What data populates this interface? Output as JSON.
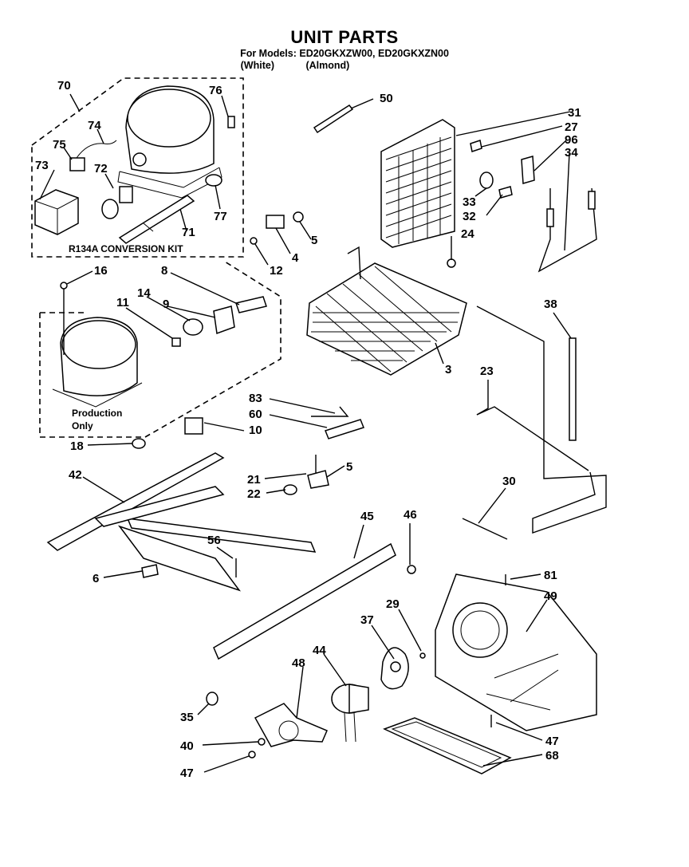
{
  "header": {
    "title": "UNIT PARTS",
    "models_line": "For Models: ED20GKXZW00, ED20GKXZN00",
    "color_white": "(White)",
    "color_almond": "(Almond)"
  },
  "labels": {
    "kit": "R134A  CONVERSION  KIT",
    "production": "Production",
    "only": "Only"
  },
  "callouts": {
    "c70": "70",
    "c76": "76",
    "c74": "74",
    "c75": "75",
    "c73": "73",
    "c72": "72",
    "c77": "77",
    "c71": "71",
    "c50": "50",
    "c31": "31",
    "c27": "27",
    "c96": "96",
    "c34": "34",
    "c33": "33",
    "c32": "32",
    "c24": "24",
    "c5a": "5",
    "c4": "4",
    "c12": "12",
    "c16": "16",
    "c8": "8",
    "c14": "14",
    "c9": "9",
    "c11": "11",
    "c3": "3",
    "c38": "38",
    "c23": "23",
    "c83": "83",
    "c60": "60",
    "c10": "10",
    "c18": "18",
    "c21": "21",
    "c5b": "5",
    "c22": "22",
    "c42": "42",
    "c30": "30",
    "c45": "45",
    "c46": "46",
    "c56": "56",
    "c6": "6",
    "c81": "81",
    "c49": "49",
    "c29": "29",
    "c37": "37",
    "c44": "44",
    "c48": "48",
    "c35": "35",
    "c47a": "47",
    "c40": "40",
    "c47b": "47",
    "c68": "68"
  }
}
